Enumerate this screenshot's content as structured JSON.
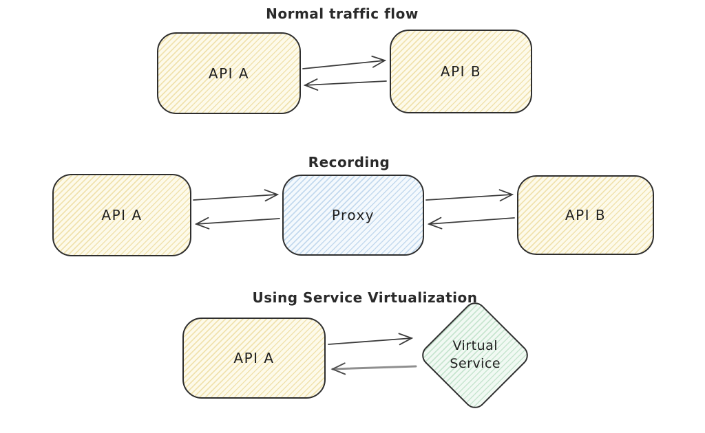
{
  "canvas": {
    "background": "#ffffff"
  },
  "colors": {
    "node_stroke": "#2e2e2e",
    "text": "#1e1e1e",
    "arrow": "#3b3b3b",
    "arrow_muted": "#8f8f8f",
    "yellow_fill": "#fdfaea",
    "yellow_hatch": "#e6cf7d",
    "blue_fill": "#f4f9fd",
    "blue_hatch": "#92b9de",
    "green_fill": "#f1f9f3",
    "green_hatch": "#94cca4"
  },
  "sections": [
    {
      "title": "Normal traffic flow",
      "nodes": [
        {
          "label": "API A",
          "shape": "rectangle",
          "fill": "yellow"
        },
        {
          "label": "API B",
          "shape": "rectangle",
          "fill": "yellow"
        }
      ],
      "edges": [
        {
          "from": "API A",
          "to": "API B",
          "direction": "right"
        },
        {
          "from": "API B",
          "to": "API A",
          "direction": "left"
        }
      ]
    },
    {
      "title": "Recording",
      "nodes": [
        {
          "label": "API A",
          "shape": "rectangle",
          "fill": "yellow"
        },
        {
          "label": "Proxy",
          "shape": "rectangle",
          "fill": "blue"
        },
        {
          "label": "API B",
          "shape": "rectangle",
          "fill": "yellow"
        }
      ],
      "edges": [
        {
          "from": "API A",
          "to": "Proxy",
          "direction": "right"
        },
        {
          "from": "Proxy",
          "to": "API A",
          "direction": "left"
        },
        {
          "from": "Proxy",
          "to": "API B",
          "direction": "right"
        },
        {
          "from": "API B",
          "to": "Proxy",
          "direction": "left"
        }
      ]
    },
    {
      "title": "Using Service Virtualization",
      "nodes": [
        {
          "label": "API A",
          "shape": "rectangle",
          "fill": "yellow"
        },
        {
          "label": "Virtual Service",
          "shape": "diamond",
          "fill": "green"
        }
      ],
      "edges": [
        {
          "from": "API A",
          "to": "Virtual Service",
          "direction": "right"
        },
        {
          "from": "Virtual Service",
          "to": "API A",
          "direction": "left",
          "style": "muted"
        }
      ]
    }
  ]
}
